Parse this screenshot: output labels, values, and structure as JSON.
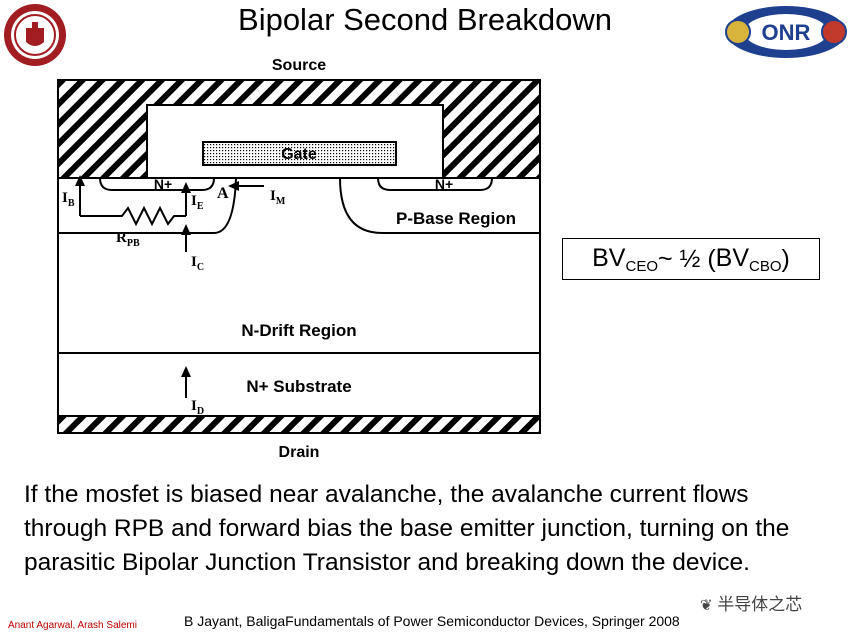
{
  "title": "Bipolar Second Breakdown",
  "logos": {
    "left_icon": "university-seal-icon",
    "right_icon": "office-of-naval-research-logo-icon"
  },
  "diagram": {
    "source_label": "Source",
    "drain_label": "Drain",
    "gate_label": "Gate",
    "n_plus_left": "N+",
    "n_plus_right": "N+",
    "p_base_label": "P-Base Region",
    "n_drift_label": "N-Drift Region",
    "n_substrate_label": "N+ Substrate",
    "node_a": "A",
    "currents": {
      "ib": {
        "main": "I",
        "sub": "B"
      },
      "ie": {
        "main": "I",
        "sub": "E"
      },
      "im": {
        "main": "I",
        "sub": "M"
      },
      "ic": {
        "main": "I",
        "sub": "C"
      },
      "id": {
        "main": "I",
        "sub": "D"
      },
      "rpb": {
        "main": "R",
        "sub": "PB"
      }
    }
  },
  "formula": {
    "bv1": "BV",
    "sub1": "CEO",
    "relation": " ~ ½ (",
    "bv2": "BV",
    "sub2": "CBO",
    "close": ")"
  },
  "body_text": "If the mosfet is biased near avalanche, the avalanche current flows through RPB and forward bias the base emitter junction, turning on the parasitic Bipolar Junction Transistor and breaking down the device.",
  "footer": {
    "authors": "Anant Agarwal, Arash Salemi",
    "citation": "B Jayant, BaligaFundamentals of Power Semiconductor Devices, Springer 2008"
  },
  "watermark": "半导体之芯",
  "colors": {
    "seal_red": "#a11d21",
    "onr_blue": "#1f3f8f",
    "footer_red": "#c00000"
  }
}
